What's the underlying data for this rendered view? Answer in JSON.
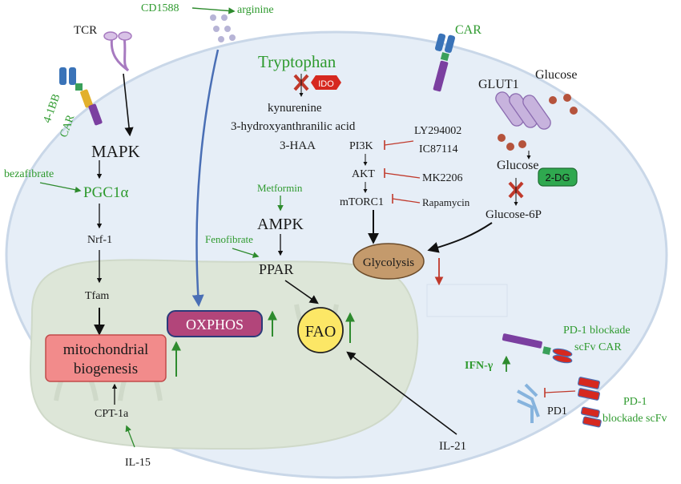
{
  "labels": {
    "cd1588": "CD1588",
    "arginine": "arginine",
    "tcr": "TCR",
    "car_top": "CAR",
    "glut1": "GLUT1",
    "glucose_top": "Glucose",
    "tryptophan": "Tryptophan",
    "ido": "IDO",
    "kynurenine": "kynurenine",
    "hydroxy": "3-hydroxyanthranilic acid",
    "haa": "3-HAA",
    "ly294002": "LY294002",
    "ic87114": "IC87114",
    "pi3k": "PI3K",
    "akt": "AKT",
    "mk2206": "MK2206",
    "mtorc1": "mTORC1",
    "rapamycin": "Rapamycin",
    "glucose_mid": "Glucose",
    "dg2": "2-DG",
    "glucose6p": "Glucose-6P",
    "glycolysis": "Glycolysis",
    "bb41": "4-1BB",
    "car_left": "CAR",
    "mapk": "MAPK",
    "bezafibrate": "bezafibrate",
    "pgc1a": "PGC1α",
    "nrf1": "Nrf-1",
    "tfam": "Tfam",
    "mito_line1": "mitochondrial",
    "mito_line2": "biogenesis",
    "cpt1a": "CPT-1a",
    "il15": "IL-15",
    "metformin": "Metformin",
    "ampk": "AMPK",
    "fenofibrate": "Fenofibrate",
    "ppar": "PPAR",
    "oxphos": "OXPHOS",
    "fao": "FAO",
    "il21": "IL-21",
    "pd1_blockade_car_1": "PD-1 blockade",
    "pd1_blockade_car_2": "scFv CAR",
    "ifng": "IFN-γ",
    "pd1": "PD1",
    "pd1_blockade_scfv_1": "PD-1",
    "pd1_blockade_scfv_2": "blockade scFv"
  },
  "colors": {
    "cell": "#e6eef7",
    "cell_edge": "#c9d7e8",
    "mitochondrion": "#dde6d8",
    "green_text": "#2e9a2e",
    "inhibit_red": "#c0392b",
    "up_arrow": "#2e8b2e",
    "oxphos_fill": "#b2457a",
    "fao_fill": "#fce766",
    "glycolysis_fill": "#c49a6c",
    "mito_box_fill": "#f28b8b",
    "blue_arrow": "#4a6fb5"
  }
}
